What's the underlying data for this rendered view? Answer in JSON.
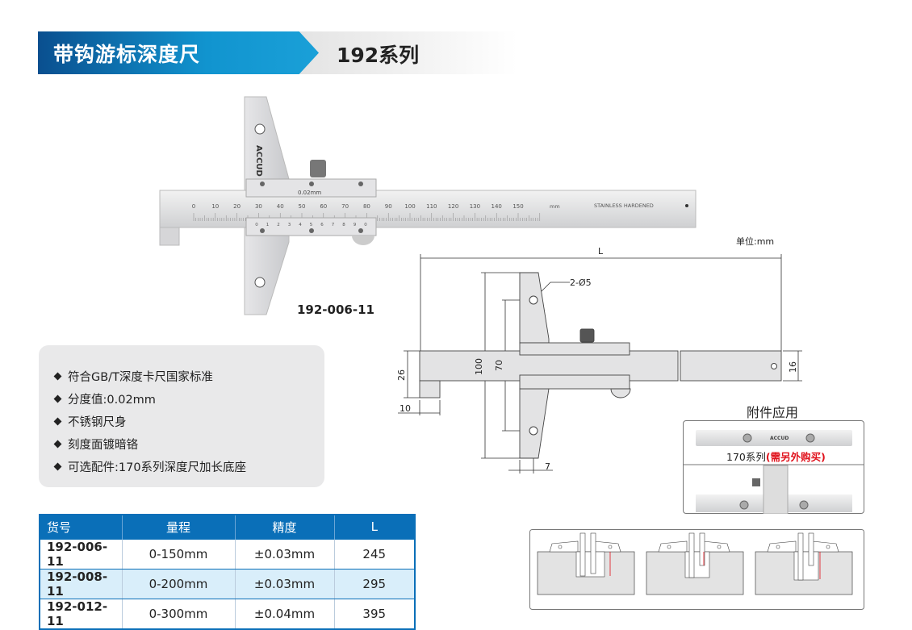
{
  "header": {
    "title": "带钩游标深度尺",
    "series": "192系列"
  },
  "photo": {
    "model": "192-006-11",
    "brand": "ACCUD",
    "vernier_label": "0.02mm",
    "scale_labels": [
      "0",
      "10",
      "20",
      "30",
      "40",
      "50",
      "60",
      "70",
      "80",
      "90",
      "100",
      "110",
      "120",
      "130",
      "140",
      "150"
    ],
    "unit": "mm",
    "marking": "STAINLESS  HARDENED",
    "vernier_numbers": [
      "0",
      "1",
      "2",
      "3",
      "4",
      "5",
      "6",
      "7",
      "8",
      "9",
      "0"
    ]
  },
  "features": [
    "符合GB/T深度卡尺国家标准",
    "分度值:0.02mm",
    "不锈钢尺身",
    "刻度面镀暗铬",
    "可选配件:170系列深度尺加长底座"
  ],
  "drawing": {
    "unit_note": "单位:mm",
    "L": "L",
    "holes": "2-Ø5",
    "d100": "100",
    "d70": "70",
    "d26": "26",
    "d10": "10",
    "d16": "16",
    "d7": "7"
  },
  "accessory": {
    "title": "附件应用",
    "caption": "170系列",
    "caption_red": "(需另外购买)",
    "brand": "ACCUD"
  },
  "table": {
    "headers": [
      "货号",
      "量程",
      "精度",
      "L"
    ],
    "rows": [
      [
        "192-006-11",
        "0-150mm",
        "±0.03mm",
        "245"
      ],
      [
        "192-008-11",
        "0-200mm",
        "±0.03mm",
        "295"
      ],
      [
        "192-012-11",
        "0-300mm",
        "±0.04mm",
        "395"
      ]
    ]
  },
  "colors": {
    "brand_blue": "#0a6fb8",
    "alt_row": "#d9eefa",
    "red": "#e0111b"
  }
}
